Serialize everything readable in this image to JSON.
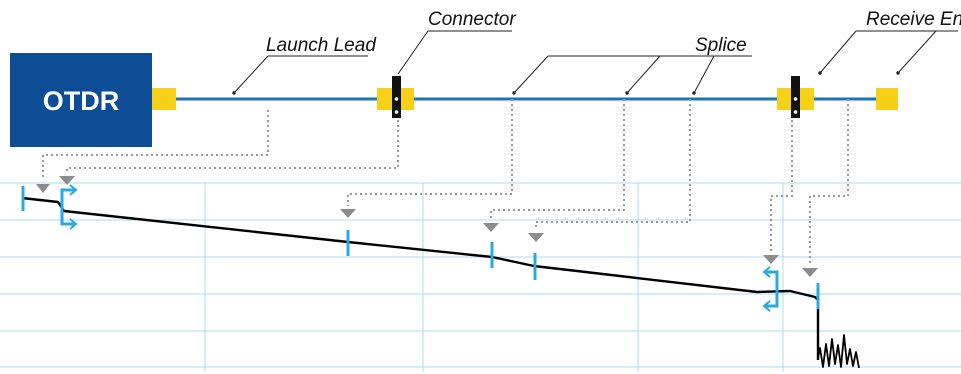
{
  "device": {
    "label": "OTDR"
  },
  "labels": {
    "launch_lead": "Launch Lead",
    "connector": "Connector",
    "splice": "Splice",
    "receive_end": "Receive End"
  },
  "colors": {
    "device_box": "#0d4d96",
    "fiber": "#1b73b8",
    "connector_pad": "#f7d117",
    "marker_blue": "#2aa9e0",
    "event_triangle": "#8c8c8c",
    "leader_dotted": "#9a9a9a",
    "grid": "#a8dcef",
    "trace": "#000000"
  },
  "trace": {
    "segments": [
      "launch lead",
      "fiber",
      "fiber",
      "fiber",
      "receive"
    ],
    "events": [
      "start",
      "connector",
      "splice",
      "splice",
      "connector",
      "end"
    ]
  }
}
